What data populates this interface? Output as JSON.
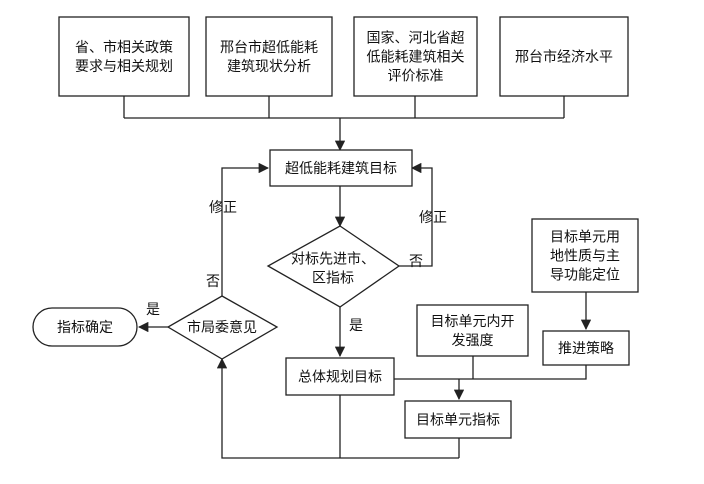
{
  "nodes": {
    "policy": {
      "lines": [
        "省、市相关政策",
        "要求与相关规划"
      ]
    },
    "status": {
      "lines": [
        "邢台市超低能耗",
        "建筑现状分析"
      ]
    },
    "standards": {
      "lines": [
        "国家、河北省超",
        "低能耗建筑相关",
        "评价标准"
      ]
    },
    "economy": {
      "lines": [
        "邢台市经济水平"
      ]
    },
    "goal": {
      "lines": [
        "超低能耗建筑目标"
      ]
    },
    "benchmark": {
      "lines": [
        "对标先进市、",
        "区指标"
      ]
    },
    "committee": {
      "lines": [
        "市局委意见"
      ]
    },
    "confirm": {
      "lines": [
        "指标确定"
      ]
    },
    "overall": {
      "lines": [
        "总体规划目标"
      ]
    },
    "landuse": {
      "lines": [
        "目标单元用",
        "地性质与主",
        "导功能定位"
      ]
    },
    "intensity": {
      "lines": [
        "目标单元内开",
        "发强度"
      ]
    },
    "strategy": {
      "lines": [
        "推进策略"
      ]
    },
    "unit_index": {
      "lines": [
        "目标单元指标"
      ]
    }
  },
  "edge_labels": {
    "revise_left": "修正",
    "revise_right": "修正",
    "no_left": "否",
    "no_right": "否",
    "yes_down": "是",
    "yes_left": "是"
  }
}
